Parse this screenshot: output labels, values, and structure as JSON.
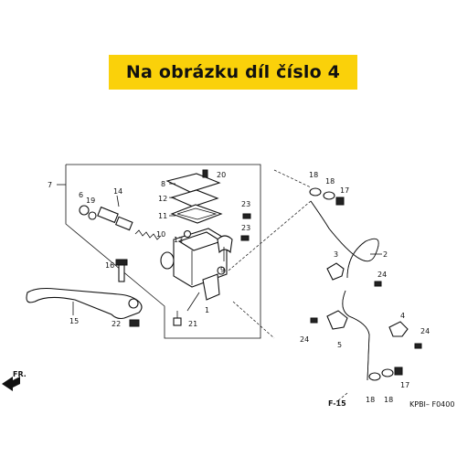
{
  "banner": {
    "text": "Na obrázku díl číslo 4",
    "background": "#fad10a"
  },
  "labels": {
    "p1": "1",
    "p2": "2",
    "p3": "3",
    "p4": "4",
    "p5": "5",
    "p6": "6",
    "p7": "7",
    "p8": "8",
    "p9": "9",
    "p10": "10",
    "p11": "11",
    "p12": "12",
    "p13": "13",
    "p14": "14",
    "p15": "15",
    "p16": "16",
    "p17a": "17",
    "p17b": "17",
    "p18a": "18",
    "p18b": "18",
    "p18c": "18",
    "p18d": "18",
    "p19": "19",
    "p20": "20",
    "p21": "21",
    "p22": "22",
    "p23a": "23",
    "p23b": "23",
    "p24a": "24",
    "p24b": "24",
    "p24c": "24"
  },
  "direction_marker": "FR.",
  "reference": "F-15",
  "diagram_code": "KPBI– F0400"
}
